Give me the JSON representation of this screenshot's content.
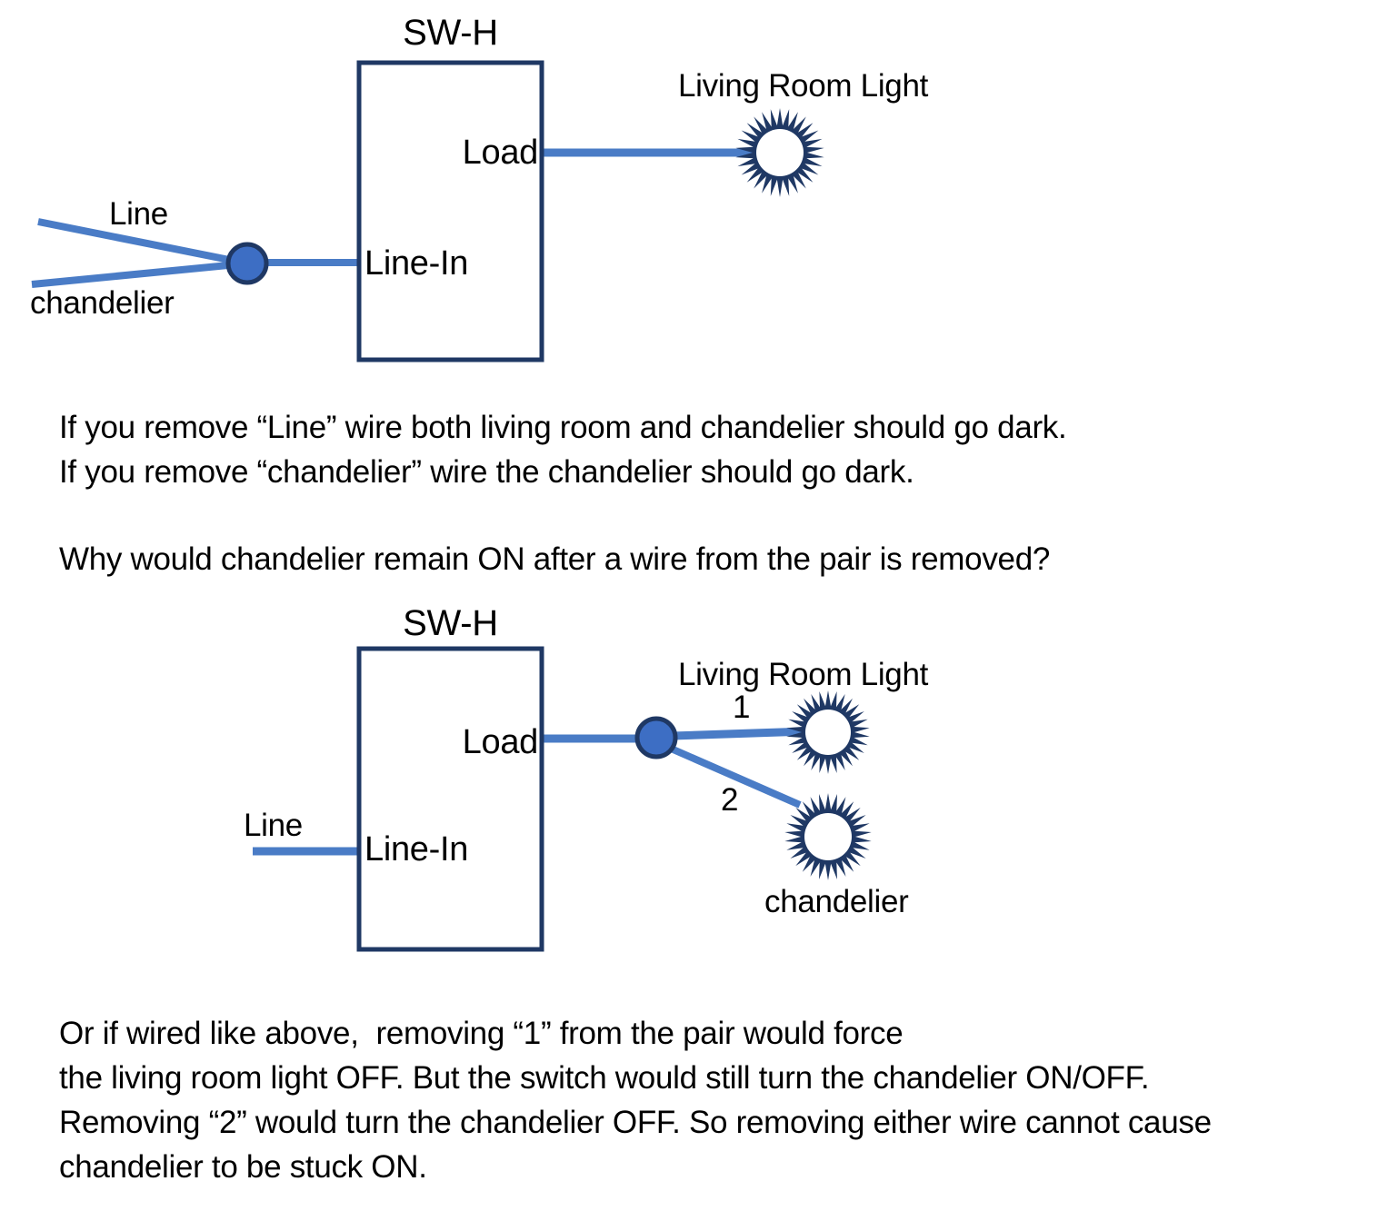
{
  "colors": {
    "navy": "#1f3864",
    "wire": "#4a7cc6",
    "junction": "#3d6ec4",
    "text": "#000000",
    "background": "#ffffff"
  },
  "diagram_top": {
    "switch_label": "SW-H",
    "load_label": "Load",
    "line_in_label": "Line-In",
    "line_label": "Line",
    "chandelier_label": "chandelier",
    "light_label": "Living Room Light"
  },
  "paragraph_1": {
    "lines": [
      "If you remove “Line” wire both living room and chandelier should go dark.",
      "If you remove “chandelier” wire the chandelier should go dark."
    ]
  },
  "question": "Why would chandelier remain ON after a wire from the pair is removed?",
  "diagram_bottom": {
    "switch_label": "SW-H",
    "load_label": "Load",
    "line_in_label": "Line-In",
    "line_label": "Line",
    "light_label": "Living Room Light",
    "chandelier_label": "chandelier",
    "wire_1_label": "1",
    "wire_2_label": "2"
  },
  "paragraph_2": {
    "lines": [
      "Or if wired like above,  removing “1” from the pair would force",
      "the living room light OFF. But the switch would still turn the chandelier ON/OFF.",
      "Removing “2” would turn the chandelier OFF. So removing either wire cannot cause",
      "chandelier to be stuck ON."
    ]
  }
}
